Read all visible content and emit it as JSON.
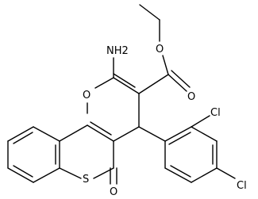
{
  "molecule": {
    "atoms": {
      "nh2": "NH2",
      "ring_o": "O",
      "ester_o": "O",
      "carbonyl_o": "O",
      "lactone_o": "O",
      "s": "S",
      "cl_upper": "Cl",
      "cl_lower": "Cl"
    }
  }
}
